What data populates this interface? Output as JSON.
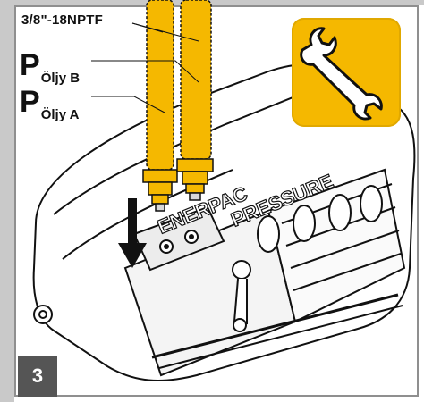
{
  "labels": {
    "thread_spec": "3/8\"-18NPTF",
    "port_b_main": "P",
    "port_b_sub": "Öljy B",
    "port_a_main": "P",
    "port_a_sub": "Öljy A",
    "brand": "ENERPAC",
    "gauge_text": "PRESSURE",
    "step_number": "3"
  },
  "icons": {
    "tool": "wrench-icon",
    "arrow": "down-arrow-icon"
  },
  "colors": {
    "hose_yellow": "#f5b800",
    "wrench_panel": "#f5b800",
    "step_badge": "#555555",
    "frame_gray": "#c9c9c9"
  }
}
